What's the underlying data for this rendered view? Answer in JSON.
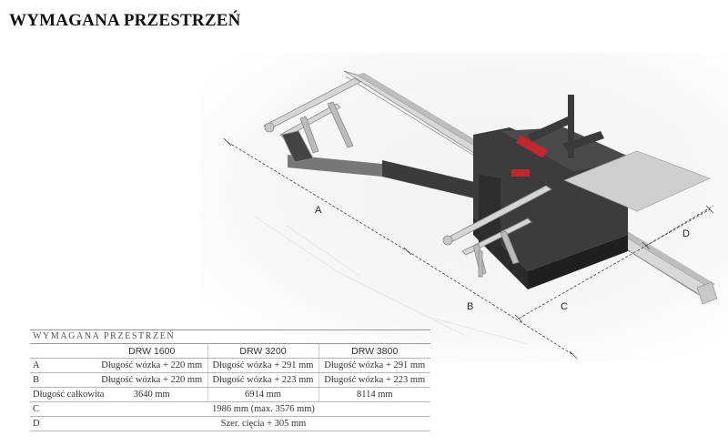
{
  "page": {
    "title": "WYMAGANA PRZESTRZEŃ"
  },
  "figure": {
    "dimension_labels": {
      "a": "A",
      "b": "B",
      "c": "C",
      "d": "D"
    }
  },
  "table": {
    "caption": "WYMAGANA PRZESTRZEŃ",
    "headers": [
      "",
      "DRW 1600",
      "DRW 3200",
      "DRW 3800"
    ],
    "rows": [
      {
        "label": "A",
        "cells": [
          "Długość wózka + 220 mm",
          "Długość wózka + 291 mm",
          "Długość wózka + 291 mm"
        ]
      },
      {
        "label": "B",
        "cells": [
          "Długość wózka + 220 mm",
          "Długość wózka + 223 mm",
          "Długość wózka + 223 mm"
        ]
      },
      {
        "label": "Długość całkowita",
        "cells": [
          "3640 mm",
          "6914 mm",
          "8114 mm"
        ]
      },
      {
        "label": "C",
        "merged": "1986 mm (max. 3576 mm)"
      },
      {
        "label": "D",
        "merged": "Szer. cięcia + 305 mm"
      }
    ]
  },
  "colors": {
    "machine_dark": "#3c3c3c",
    "accent_red": "#c0282d",
    "rail_light": "#d9d9d9"
  }
}
